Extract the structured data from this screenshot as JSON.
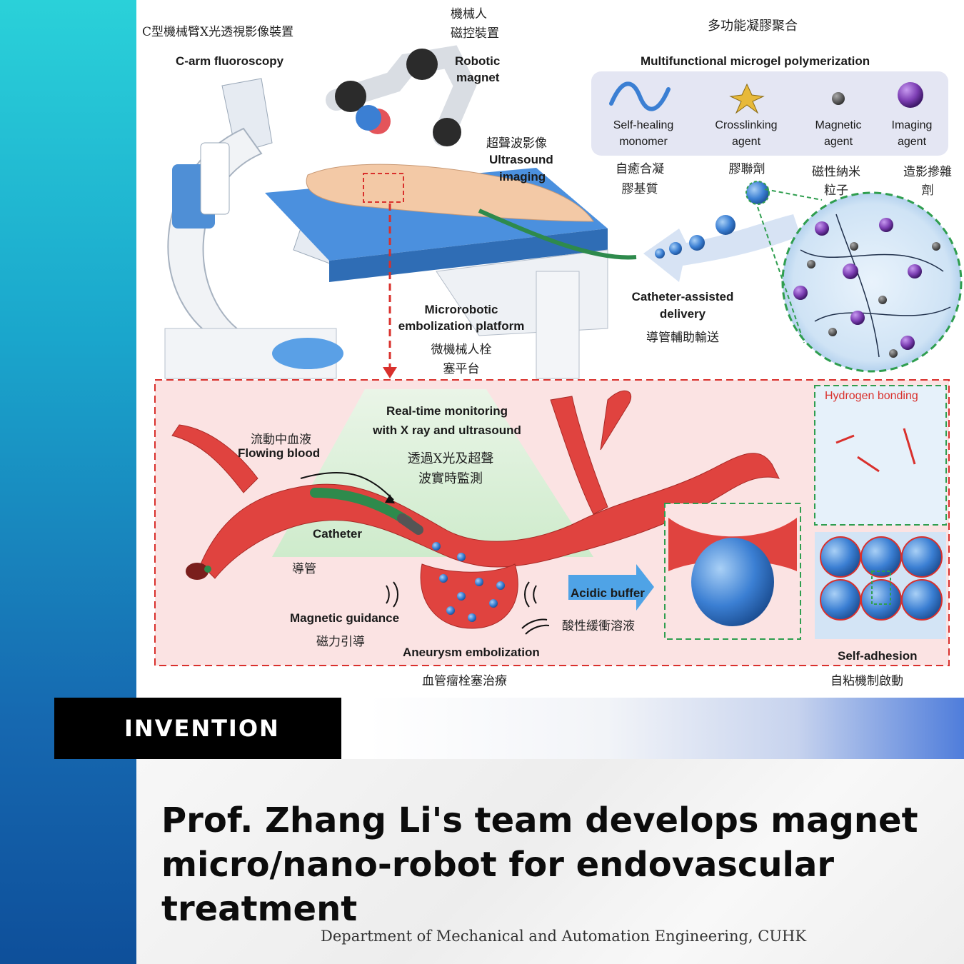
{
  "tag": {
    "label": "INVENTION"
  },
  "headline": {
    "line1": "Prof. Zhang Li's team develops magnet",
    "line2": "micro/nano-robot for endovascular treatment"
  },
  "credit": "Department of Mechanical and Automation Engineering, CUHK",
  "figure": {
    "carm": {
      "zh": "C型機械臂X光透視影像裝置",
      "en": "C-arm fluoroscopy"
    },
    "robot": {
      "zh1": "機械人",
      "zh2": "磁控裝置",
      "en1": "Robotic",
      "en2": "magnet"
    },
    "ultrasound": {
      "zh": "超聲波影像",
      "en1": "Ultrasound",
      "en2": "imaging"
    },
    "microgel": {
      "zh": "多功能凝膠聚合",
      "en": "Multifunctional microgel polymerization",
      "items": [
        {
          "en1": "Self-healing",
          "en2": "monomer",
          "zh1": "自癒合凝",
          "zh2": "膠基質"
        },
        {
          "en1": "Crosslinking",
          "en2": "agent",
          "zh1": "膠聯劑",
          "zh2": ""
        },
        {
          "en1": "Magnetic",
          "en2": "agent",
          "zh1": "磁性納米",
          "zh2": "粒子"
        },
        {
          "en1": "Imaging",
          "en2": "agent",
          "zh1": "造影摻雜",
          "zh2": "劑"
        }
      ]
    },
    "catheter_delivery": {
      "en1": "Catheter-assisted",
      "en2": "delivery",
      "zh": "導管輔助輸送"
    },
    "platform": {
      "en1": "Microrobotic",
      "en2": "embolization platform",
      "zh1": "微機械人栓",
      "zh2": "塞平台"
    },
    "monitoring": {
      "en1": "Real-time monitoring",
      "en2": "with X ray and ultrasound",
      "zh1": "透過X光及超聲",
      "zh2": "波實時監測"
    },
    "blood": {
      "zh": "流動中血液",
      "en": "Flowing blood"
    },
    "catheter": {
      "en": "Catheter",
      "zh": "導管"
    },
    "guidance": {
      "en": "Magnetic guidance",
      "zh": "磁力引導"
    },
    "embolization": {
      "en": "Aneurysm embolization",
      "zh": "血管瘤栓塞治療"
    },
    "acid": {
      "en": "Acidic buffer",
      "zh": "酸性緩衝溶液"
    },
    "hbond": {
      "en": "Hydrogen bonding"
    },
    "adhesion": {
      "en": "Self-adhesion",
      "zh": "自粘機制啟動"
    }
  },
  "colors": {
    "vessel": "#e0433f",
    "bead": "#3b7fd3",
    "magnetic": "#555555",
    "imaging": "#7d3fb4",
    "crosslinker": "#e7b93a",
    "dashed_red": "#d9302c",
    "dashed_green": "#2f9e4f"
  }
}
